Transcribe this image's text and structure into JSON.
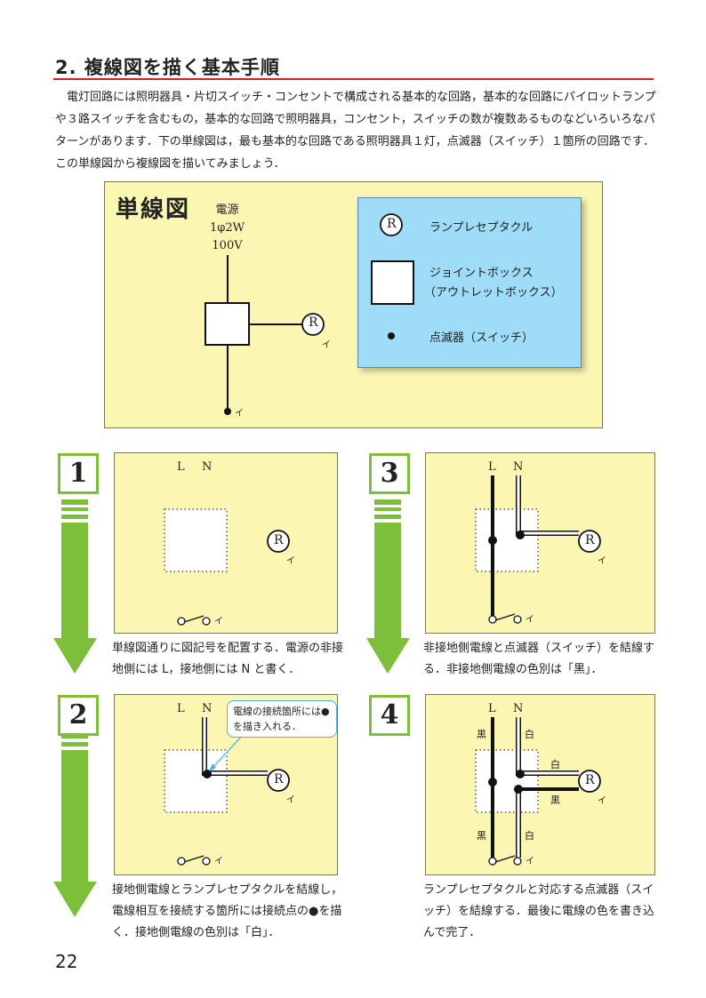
{
  "heading": "2. 複線図を描く基本手順",
  "intro": "電灯回路には照明器具・片切スイッチ・コンセントで構成される基本的な回路，基本的な回路にパイロットランプや３路スイッチを含むもの，基本的な回路で照明器具，コンセント，スイッチの数が複数あるものなどいろいろなパターンがあります．下の単線図は，最も基本的な回路である照明器具１灯，点滅器（スイッチ）１箇所の回路です．この単線図から複線図を描いてみましょう．",
  "single_line": {
    "title": "単線図",
    "power_1": "電源",
    "power_2": "1φ2W",
    "power_3": "100V",
    "r": "R",
    "i": "イ"
  },
  "legend": {
    "r_symbol": "R",
    "r_label": "ランプレセプタクル",
    "box_label_1": "ジョイントボックス",
    "box_label_2": "（アウトレットボックス）",
    "switch_label": "点滅器（スイッチ）"
  },
  "steps": [
    {
      "num": "1",
      "caption": "単線図通りに図記号を配置する．電源の非接地側には L，接地側には N と書く．"
    },
    {
      "num": "2",
      "caption": "接地側電線とランプレセプタクルを結線し，電線相互を接続する箇所には接続点の●を描く．接地側電線の色別は「白」．"
    },
    {
      "num": "3",
      "caption": "非接地側電線と点滅器（スイッチ）を結線する．非接地側電線の色別は「黒」．"
    },
    {
      "num": "4",
      "caption": "ランプレセプタクルと対応する点滅器（スイッチ）を結線する．最後に電線の色を書き込んで完了．"
    }
  ],
  "diagram": {
    "L": "L",
    "N": "N",
    "R": "R",
    "i": "イ",
    "black": "黒",
    "white": "白"
  },
  "callout": "電線の接続箇所には●を描き入れる．",
  "page_number": "22"
}
